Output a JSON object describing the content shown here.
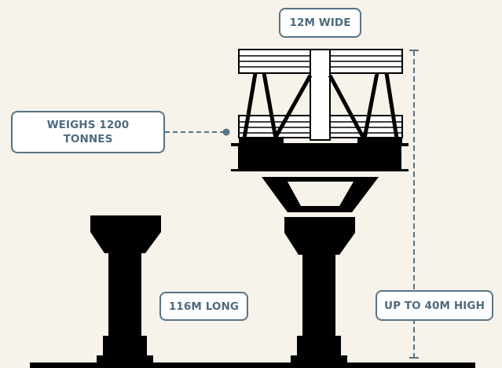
{
  "labels": {
    "width": "12M WIDE",
    "weight_line1": "WEIGHS 1200",
    "weight_line2": "TONNES",
    "length": "116M LONG",
    "height": "UP TO 40M HIGH"
  },
  "colors": {
    "background": "#f7f2ea",
    "structure": "#000000",
    "label_border": "#567487",
    "label_text": "#4e6b7e",
    "leader_line": "#567487"
  }
}
